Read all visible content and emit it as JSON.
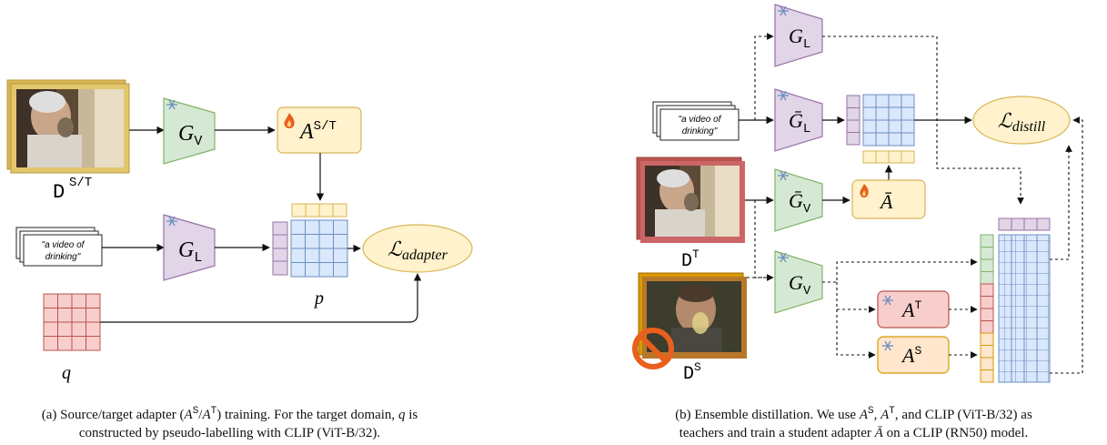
{
  "colors": {
    "green_fill": "#d5e8d4",
    "green_stroke": "#82b366",
    "purple_fill": "#e1d5e7",
    "purple_stroke": "#9673a6",
    "yellow_fill": "#fff2cc",
    "yellow_stroke": "#d6b656",
    "blue_fill": "#dae8fc",
    "blue_stroke": "#6c8ebf",
    "red_fill": "#f8cecc",
    "red_stroke": "#b85450",
    "orange_fill": "#ffe6cc",
    "orange_stroke": "#d79b00",
    "ban_color": "#e8601c"
  },
  "icons": [
    "snowflake-icon",
    "flame-icon",
    "ban-icon"
  ],
  "panel_a": {
    "video_label": {
      "main": "D",
      "sup": "S/T"
    },
    "encoder_v": {
      "main": "G",
      "sub": "V"
    },
    "adapter": {
      "main": "A",
      "sup": "S/T"
    },
    "text_doc": [
      "\"a video of",
      "drinking\""
    ],
    "encoder_l": {
      "main": "G",
      "sub": "L"
    },
    "loss": {
      "main": "ℒ",
      "sub": "adapter"
    },
    "p_label": "p",
    "q_label": "q",
    "caption_line1_prefix": "(a) Source/target adapter (",
    "caption_line1_A1": "A",
    "caption_line1_sup1": "S",
    "caption_line1_slash": "/",
    "caption_line1_A2": "A",
    "caption_line1_sup2": "T",
    "caption_line1_mid": ") training. For the target domain, ",
    "caption_line1_q": "q",
    "caption_line1_suffix": " is",
    "caption_line2": "constructed by pseudo-labelling with CLIP (ViT-B/32)."
  },
  "panel_b": {
    "teacher_gl": {
      "main": "G",
      "sub": "L"
    },
    "student_gl": {
      "main": "Ḡ",
      "sub": "L"
    },
    "text_doc": [
      "\"a video of",
      "drinking\""
    ],
    "loss": {
      "main": "ℒ",
      "sub": "distill"
    },
    "target_video_label": {
      "main": "D",
      "sup": "T"
    },
    "student_gv": {
      "main": "Ḡ",
      "sub": "V"
    },
    "student_adapter": {
      "main": "Ā"
    },
    "teacher_gv": {
      "main": "G",
      "sub": "V"
    },
    "adapter_t": {
      "main": "A",
      "sup": "T"
    },
    "adapter_s": {
      "main": "A",
      "sup": "S"
    },
    "source_video_label": {
      "main": "D",
      "sup": "S"
    },
    "caption_line1_prefix": "(b) Ensemble distillation. We use ",
    "caption_line1_AS": "A",
    "caption_line1_sup_S": "S",
    "caption_line1_comma": ", ",
    "caption_line1_AT": "A",
    "caption_line1_sup_T": "T",
    "caption_line1_suffix": ", and CLIP (ViT-B/32) as",
    "caption_line2_prefix": "teachers and train a student adapter ",
    "caption_line2_Abar": "Ā",
    "caption_line2_suffix": " on a CLIP (RN50) model."
  }
}
